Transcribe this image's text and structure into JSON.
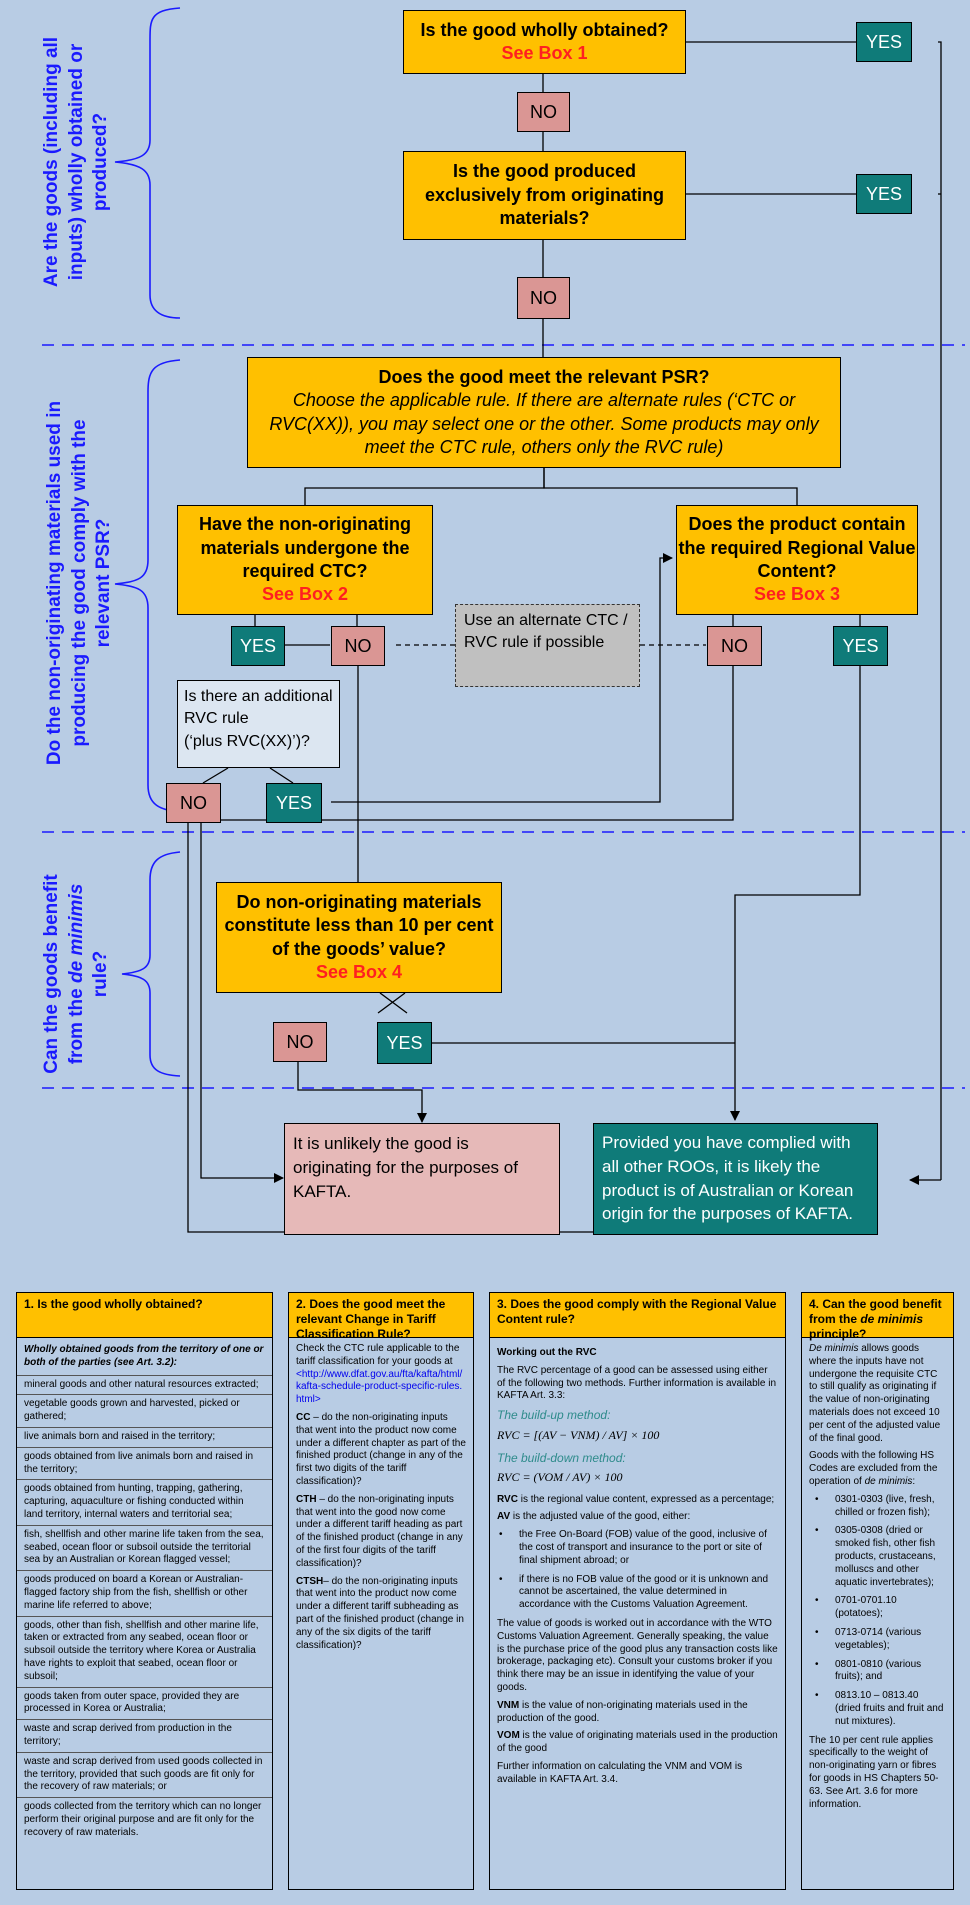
{
  "sections": {
    "one": "Are the goods (including all inputs) wholly obtained or produced?",
    "two": "Do the non-originating materials used in producing the good comply with the relevant PSR?",
    "three_a": "Can the goods benefit",
    "three_b": "from the ",
    "three_c": "de minimis",
    "three_d": "rule?"
  },
  "boxes": {
    "wholly_q": "Is the good wholly obtained?",
    "wholly_ref": "See Box 1",
    "produced_q": "Is the good produced exclusively from originating materials?",
    "psr_q": "Does the good meet the relevant PSR?",
    "psr_sub": "Choose the applicable rule.  If there are alternate rules (‘CTC or RVC(XX)), you may select one or the other.  Some products may only meet the CTC rule, others only the RVC rule)",
    "ctc_q": "Have the non-originating materials undergone the required CTC?",
    "ctc_ref": "See Box 2",
    "rvc_q": "Does the product contain the required Regional Value Content?",
    "rvc_ref": "See Box 3",
    "alternate": "Use an alternate CTC / RVC rule if possible",
    "additional_1": "Is there an additional RVC rule",
    "additional_2": "(‘plus RVC(XX)’)?",
    "deminimis_q": "Do non-originating materials constitute less than 10 per cent of the goods’ value?",
    "deminimis_ref": "See Box 4",
    "unlikely": "It is unlikely the good is originating for the purposes of KAFTA.",
    "provided": "Provided you have complied with all other ROOs, it is likely the product is of Australian or Korean origin for the purposes of KAFTA."
  },
  "labels": {
    "yes": "YES",
    "no": "NO"
  },
  "box1": {
    "title": "1. Is the good wholly obtained?",
    "intro": "Wholly obtained goods from the territory of one or both of the parties (see Art. 3.2):",
    "items": [
      "mineral goods and other natural resources extracted;",
      "vegetable goods grown and harvested, picked or gathered;",
      "live animals born and raised in the territory;",
      "goods obtained from live animals born and raised in the territory;",
      "goods obtained from hunting, trapping, gathering, capturing, aquaculture or fishing conducted within land territory, internal waters and territorial sea;",
      "fish, shellfish and other marine life taken from the sea, seabed, ocean floor or subsoil outside the territorial sea by an Australian or Korean flagged vessel;",
      "goods produced on board a Korean or Australian-flagged factory ship from the fish, shellfish or other marine life referred to above;",
      "goods, other than fish, shellfish and other marine life, taken or extracted from any seabed, ocean floor or subsoil outside the territory where Korea or Australia have rights to exploit that seabed, ocean floor or subsoil;",
      "goods taken from outer space, provided they are processed in Korea or Australia;",
      "waste and scrap derived from production in the territory;",
      "waste and scrap derived from used goods collected in the territory, provided that such goods are fit only for the recovery of raw materials; or",
      "goods collected from the territory which can no longer perform their original purpose and are fit only for the recovery of raw materials."
    ]
  },
  "box2": {
    "title": "2. Does the good meet the relevant Change in Tariff Classification Rule?",
    "intro": "Check the CTC rule applicable to the tariff classification for your goods at",
    "link": "<http://www.dfat.gov.au/fta/kafta/html/kafta-schedule-product-specific-rules.html>",
    "cc_term": "CC",
    "cc": " – do the non-originating inputs that went into the product now come under a different chapter as part of the finished product (change in any of the first two digits of the tariff classification)?",
    "cth_term": "CTH",
    "cth": " – do the non-originating inputs that went into the good now come under a different tariff heading as part of the finished product (change in any of the first four digits of the tariff classification)?",
    "ctsh_term": "CTSH",
    "ctsh": "– do the non-originating inputs that went into the product now come under a different tariff subheading as part of the finished product (change in any of the six digits of the tariff classification)?"
  },
  "box3": {
    "title": "3. Does the good comply with the Regional Value Content rule?",
    "working": "Working out the RVC",
    "intro": "The RVC percentage of a good can be assessed using either of the following two methods.  Further information is available in KAFTA Art. 3.3:",
    "buildup": "The build-up method:",
    "formula1": "RVC = [(AV − VNM) / AV] × 100",
    "builddown": "The build-down method:",
    "formula2": "RVC = (VOM / AV) × 100",
    "rvc_term": "RVC",
    "rvc_def": " is the regional value content, expressed as a percentage;",
    "av_term": "AV",
    "av_def": " is the adjusted value of the good, either:",
    "av_items": [
      "the Free On-Board (FOB) value of the good, inclusive of the cost of transport and insurance to the port or site of final shipment abroad; or",
      "if there is no FOB value of the good or it is unknown and cannot be ascertained, the value determined in accordance with the Customs Valuation Agreement."
    ],
    "valuation": "The value of goods is worked out in accordance with the WTO Customs Valuation Agreement.  Generally speaking, the value is the purchase price of the good plus any transaction costs like brokerage, packaging etc). Consult your customs broker if you think there may be an issue in identifying the value of your goods.",
    "vnm_term": "VNM",
    "vnm_def": " is the value of non-originating materials used in the production of the good.",
    "vom_term": "VOM",
    "vom_def": " is the value of originating materials used in the production of the good",
    "further": "Further information on calculating the VNM and VOM is available in KAFTA Art. 3.4."
  },
  "box4": {
    "title_a": "4. Can the good benefit from the ",
    "title_b": "de minimis",
    "title_c": " principle?",
    "intro_a": "De minimis",
    "intro_b": " allows goods where the inputs have not undergone the requisite CTC to still qualify as originating if the value of non-originating materials does not exceed 10 per cent of the adjusted value of the final good.",
    "excluded_a": "Goods with the following HS Codes are excluded from the operation of ",
    "excluded_b": "de minimis",
    "excluded_c": ":",
    "items": [
      "0301-0303 (live, fresh, chilled or frozen fish);",
      "0305-0308 (dried or smoked fish, other fish products, crustaceans, molluscs and other aquatic invertebrates);",
      "0701-0701.10 (potatoes);",
      "0713-0714 (various vegetables);",
      "0801-0810 (various fruits); and",
      "0813.10 – 0813.40 (dried fruits and fruit and nut mixtures)."
    ],
    "footer": "The 10 per cent rule applies specifically to the weight of non-originating yarn or fibres for goods in HS Chapters 50-63.  See Art. 3.6 for more information."
  }
}
